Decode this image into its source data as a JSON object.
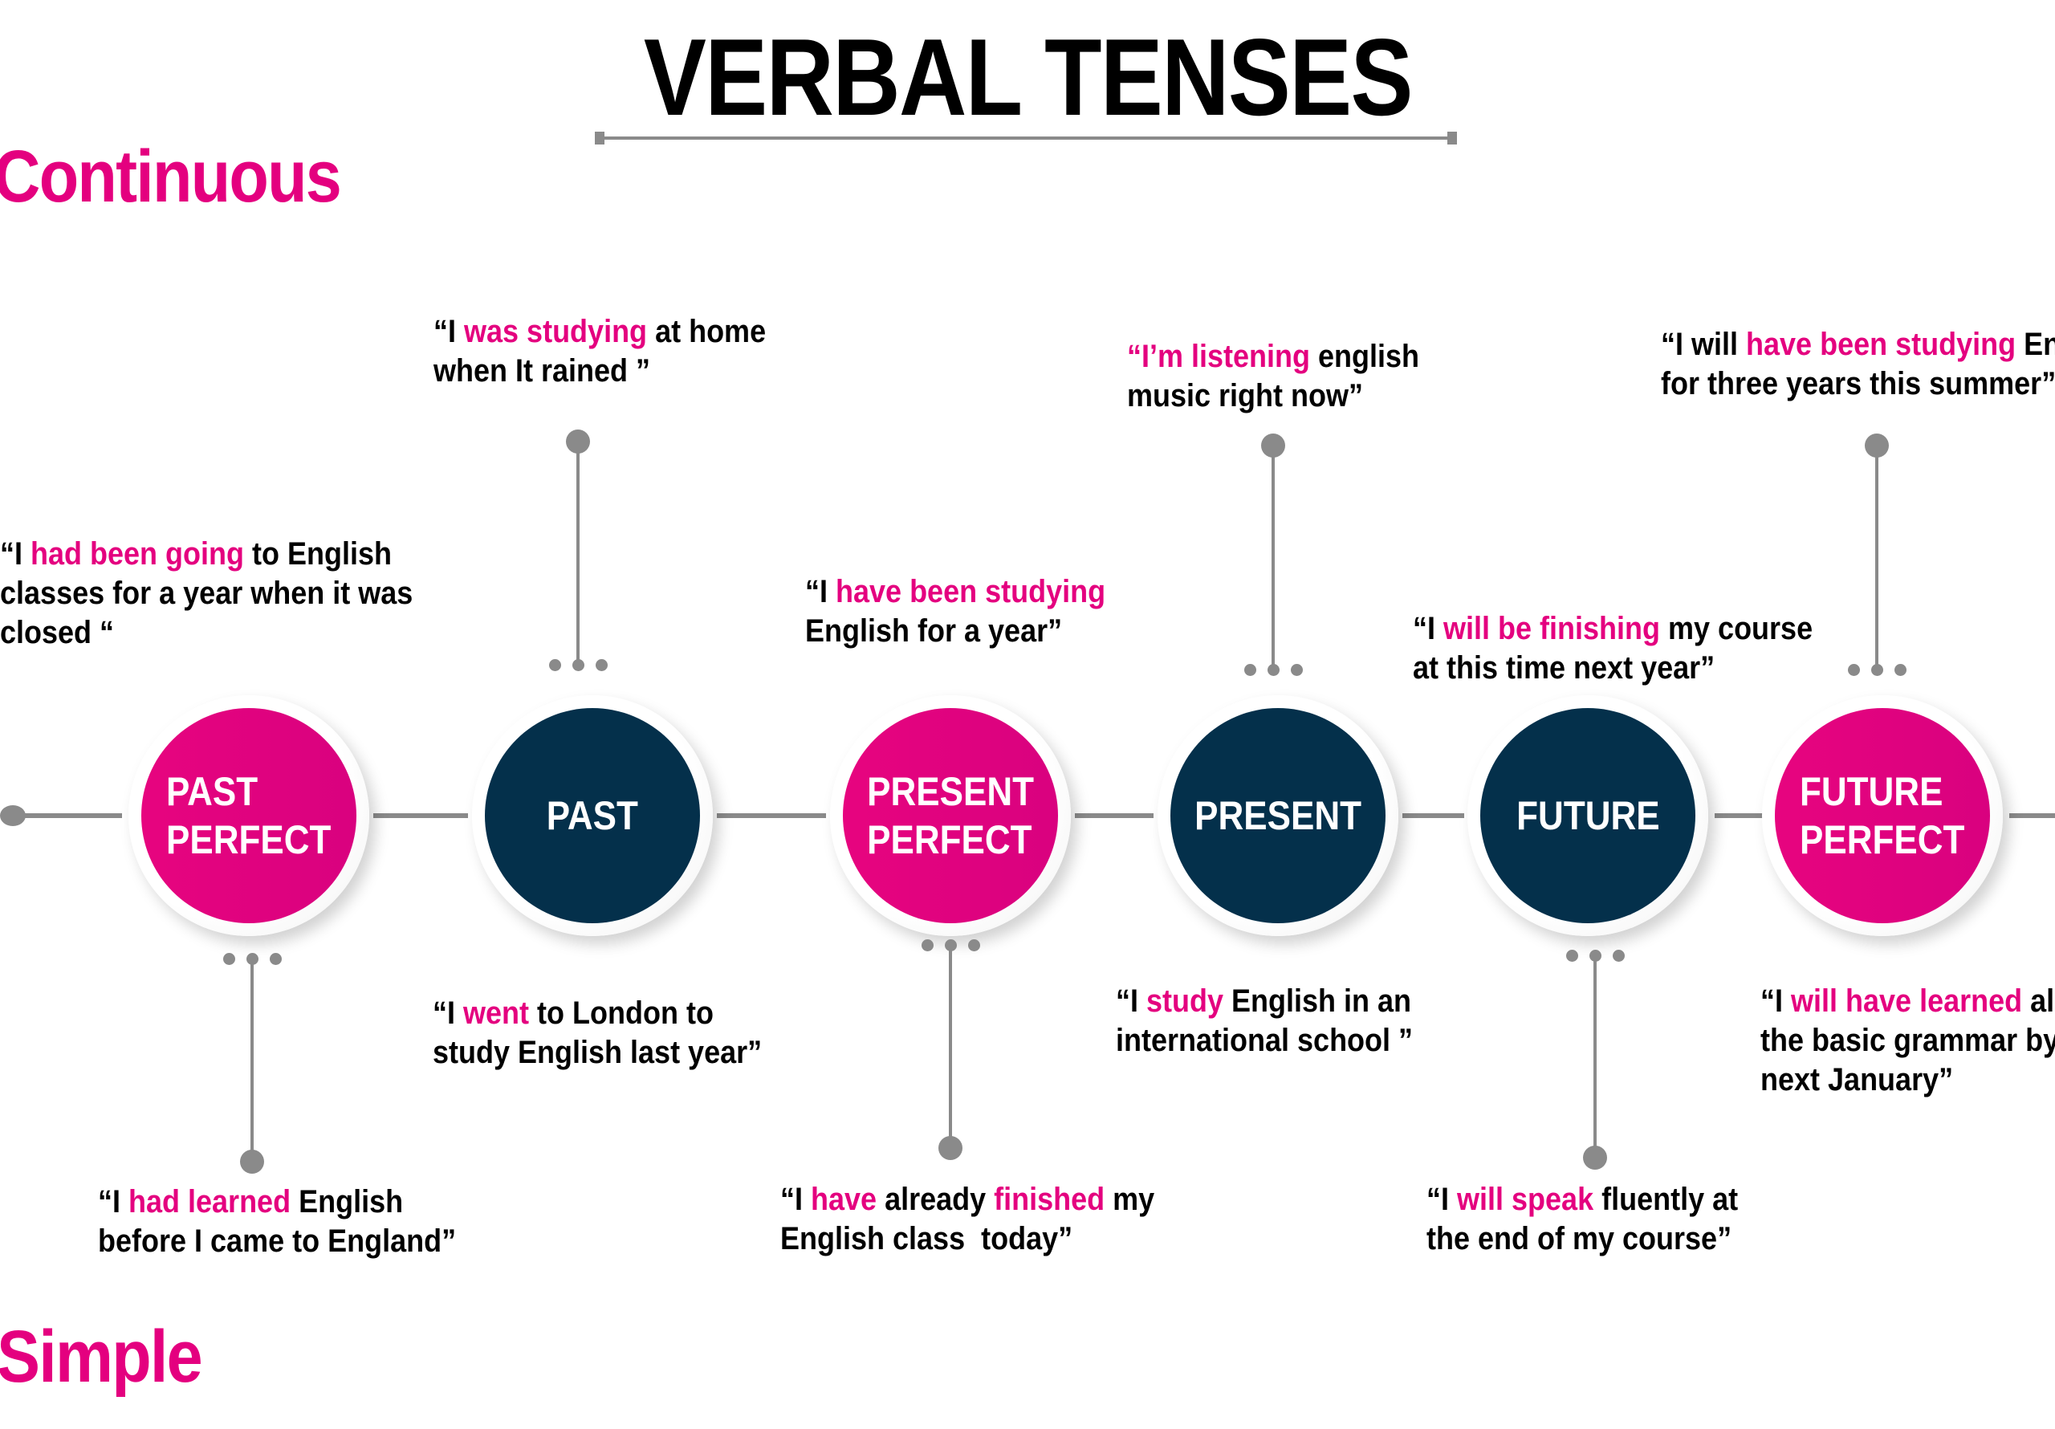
{
  "title": "VERBAL TENSES",
  "sections": {
    "continuous": "Continuous",
    "simple": "Simple"
  },
  "colors": {
    "pink": "#e4007f",
    "navy": "#04304b",
    "gray": "#8a8a8a"
  },
  "tenses": [
    {
      "label": "PAST\nPERFECT",
      "color": "pink",
      "continuous": [
        [
          {
            "t": "“I "
          },
          {
            "t": "had been going",
            "h": true
          },
          {
            "t": " to English"
          }
        ],
        [
          {
            "t": "classes for a year when it was"
          }
        ],
        [
          {
            "t": "closed “"
          }
        ]
      ],
      "simple": [
        [
          {
            "t": "“I "
          },
          {
            "t": "had learned",
            "h": true
          },
          {
            "t": " English"
          }
        ],
        [
          {
            "t": "before I came to England”"
          }
        ]
      ]
    },
    {
      "label": "PAST",
      "color": "navy",
      "continuous": [
        [
          {
            "t": "“I "
          },
          {
            "t": "was studying",
            "h": true
          },
          {
            "t": " at home"
          }
        ],
        [
          {
            "t": "when It rained ”"
          }
        ]
      ],
      "simple": [
        [
          {
            "t": "“I "
          },
          {
            "t": "went",
            "h": true
          },
          {
            "t": " to London to"
          }
        ],
        [
          {
            "t": "study English last year”"
          }
        ]
      ]
    },
    {
      "label": "PRESENT\nPERFECT",
      "color": "pink",
      "continuous": [
        [
          {
            "t": "“I "
          },
          {
            "t": "have been studying",
            "h": true
          }
        ],
        [
          {
            "t": "English for a year”"
          }
        ]
      ],
      "simple": [
        [
          {
            "t": "“I "
          },
          {
            "t": "have",
            "h": true
          },
          {
            "t": " already "
          },
          {
            "t": "finished",
            "h": true
          },
          {
            "t": " my"
          }
        ],
        [
          {
            "t": "English class  today”"
          }
        ]
      ]
    },
    {
      "label": "PRESENT",
      "color": "navy",
      "continuous": [
        [
          {
            "t": "“I’m listening",
            "h": true
          },
          {
            "t": " english"
          }
        ],
        [
          {
            "t": "music right now”"
          }
        ]
      ],
      "simple": [
        [
          {
            "t": "“I "
          },
          {
            "t": "study",
            "h": true
          },
          {
            "t": " English in an"
          }
        ],
        [
          {
            "t": "international school ”"
          }
        ]
      ]
    },
    {
      "label": "FUTURE",
      "color": "navy",
      "continuous": [
        [
          {
            "t": "“I "
          },
          {
            "t": "will be finishing",
            "h": true
          },
          {
            "t": " my course"
          }
        ],
        [
          {
            "t": "at this time next year”"
          }
        ]
      ],
      "simple": [
        [
          {
            "t": "“I "
          },
          {
            "t": "will speak",
            "h": true
          },
          {
            "t": " fluently at"
          }
        ],
        [
          {
            "t": "the end of my course”"
          }
        ]
      ]
    },
    {
      "label": "FUTURE\nPERFECT",
      "color": "pink",
      "continuous": [
        [
          {
            "t": "“I will "
          },
          {
            "t": "have been studying",
            "h": true
          },
          {
            "t": " English"
          }
        ],
        [
          {
            "t": "for three years this summer”"
          }
        ]
      ],
      "simple": [
        [
          {
            "t": "“I "
          },
          {
            "t": "will have learned",
            "h": true
          },
          {
            "t": " all"
          }
        ],
        [
          {
            "t": "the basic grammar by"
          }
        ],
        [
          {
            "t": "next January”"
          }
        ]
      ]
    }
  ]
}
